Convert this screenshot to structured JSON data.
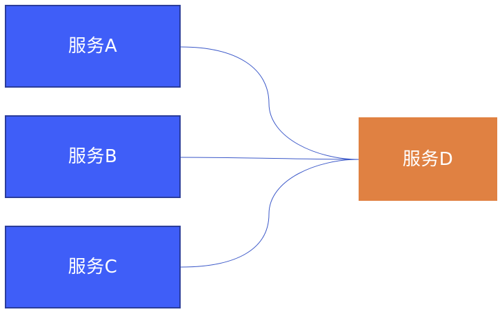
{
  "diagram": {
    "nodes": [
      {
        "id": "a",
        "label": "服务A"
      },
      {
        "id": "b",
        "label": "服务B"
      },
      {
        "id": "c",
        "label": "服务C"
      },
      {
        "id": "d",
        "label": "服务D"
      }
    ],
    "edges": [
      {
        "from": "a",
        "to": "d"
      },
      {
        "from": "b",
        "to": "d"
      },
      {
        "from": "c",
        "to": "d"
      }
    ]
  },
  "colors": {
    "source_fill": "#3f5ef8",
    "source_border": "#2b3d9a",
    "target_fill": "#e08142",
    "connector": "#3a57c8",
    "label_text": "#ffffff"
  }
}
